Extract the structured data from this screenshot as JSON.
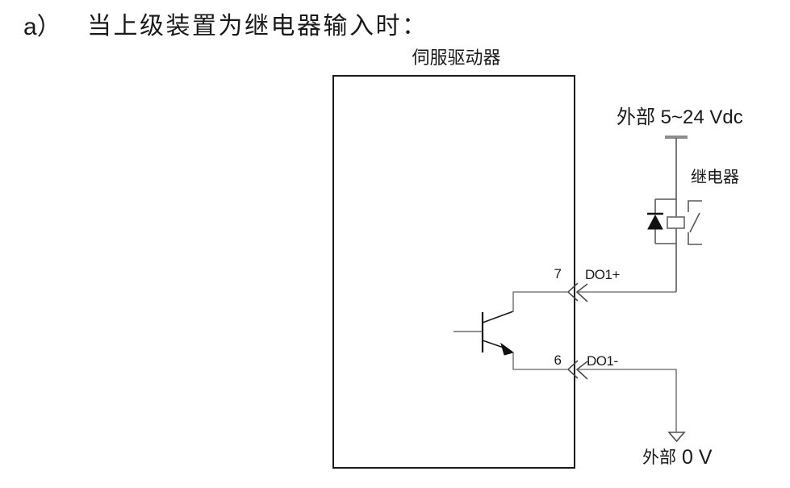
{
  "title": {
    "prefix": "a）",
    "text": "当上级装置为继电器输入时："
  },
  "diagram": {
    "servo_box_label": "伺服驱动器",
    "ext_power_label": "外部 5~24 Vdc",
    "relay_label": "继电器",
    "pins": [
      {
        "number": "7",
        "signal": "DO1+"
      },
      {
        "number": "6",
        "signal": "DO1-"
      }
    ],
    "ext_ground_prefix": "外部",
    "ext_ground_value": "0 V"
  },
  "colors": {
    "background": "#ffffff",
    "text": "#1a1a1a",
    "box_border": "#1a1a1a",
    "wire": "#7f7f7f",
    "symbol": "#4d4d4d",
    "power_bar": "#8c8c8c",
    "fill_black": "#111111"
  }
}
